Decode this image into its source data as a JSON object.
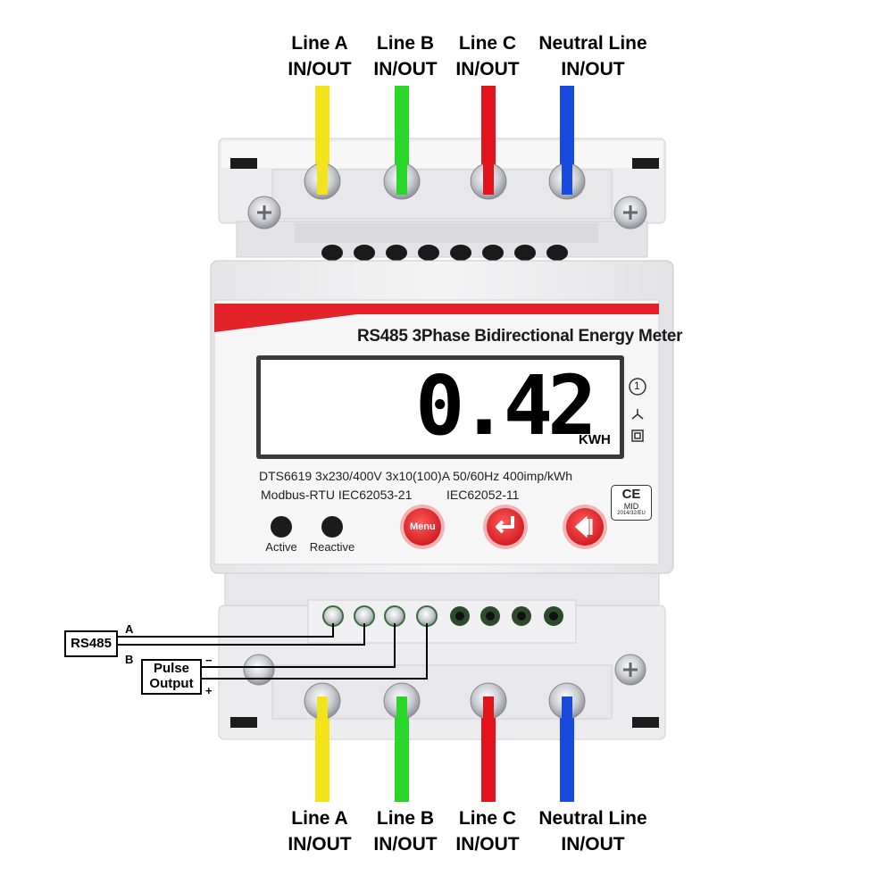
{
  "wire_labels_top": [
    {
      "line1": "Line A",
      "line2": "IN/OUT",
      "color": "#f2e31b"
    },
    {
      "line1": "Line B",
      "line2": "IN/OUT",
      "color": "#2bd62b"
    },
    {
      "line1": "Line C",
      "line2": "IN/OUT",
      "color": "#e3131b"
    },
    {
      "line1": "Neutral Line",
      "line2": "IN/OUT",
      "color": "#1a49e0"
    }
  ],
  "wire_labels_bottom": [
    {
      "line1": "Line A",
      "line2": "IN/OUT",
      "color": "#f2e31b"
    },
    {
      "line1": "Line B",
      "line2": "IN/OUT",
      "color": "#2bd62b"
    },
    {
      "line1": "Line C",
      "line2": "IN/OUT",
      "color": "#e3131b"
    },
    {
      "line1": "Neutral Line",
      "line2": "IN/OUT",
      "color": "#1a49e0"
    }
  ],
  "device": {
    "title": "RS485 3Phase Bidirectional Energy Meter",
    "display_value": "0.42",
    "display_unit": "KWH",
    "indicator_1": "1",
    "spec_line1": "DTS6619  3x230/400V  3x10(100)A   50/60Hz   400imp/kWh",
    "spec_line2_a": "Modbus-RTU  IEC62053-21",
    "spec_line2_b": "IEC62052-11",
    "ce_mark": "CE",
    "ce_mid": "MID",
    "ce_cert": "2014/32/EU",
    "led_active": "Active",
    "led_reactive": "Reactive",
    "menu_button": "Menu",
    "accent_color": "#e3232a"
  },
  "connections": {
    "rs485_label": "RS485",
    "rs485_a": "A",
    "rs485_b": "B",
    "pulse_label_1": "Pulse",
    "pulse_label_2": "Output",
    "pulse_minus": "−",
    "pulse_plus": "+"
  }
}
